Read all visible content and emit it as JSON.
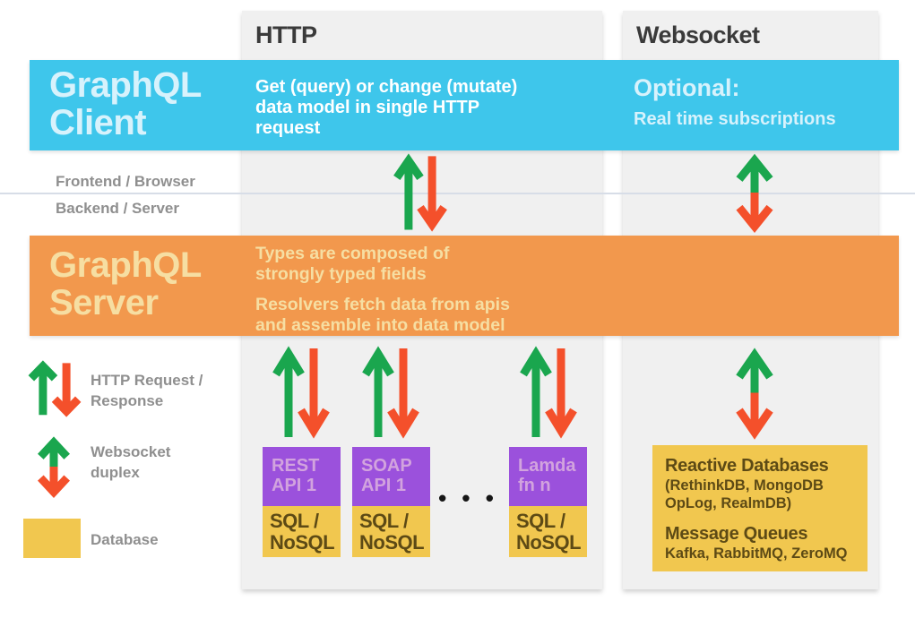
{
  "colors": {
    "blue": "#3EC6EB",
    "blue_text": "#D7F2FC",
    "orange": "#F2984D",
    "cream_text": "#F6DEA2",
    "green": "#1AA64E",
    "red": "#F4502B",
    "purple": "#9B51DC",
    "purple_text": "#D2A3DE",
    "yellow": "#F1C74F",
    "dark_yellow_text": "#5D4A15",
    "column_bg": "#F0F0F0",
    "header_text": "#3A3A3A",
    "gray_label": "#8F8F8F",
    "divider": "#D7DDE7",
    "white": "#FFFFFF",
    "dots": "#151515"
  },
  "columns": {
    "http": {
      "label": "HTTP"
    },
    "websocket": {
      "label": "Websocket"
    }
  },
  "client_band": {
    "title": "GraphQL\nClient",
    "http_note": "Get (query) or change (mutate)\ndata model in single HTTP\nrequest",
    "ws_note_title": "Optional:",
    "ws_note_body": "Real time subscriptions"
  },
  "layer_labels": {
    "frontend": "Frontend / Browser",
    "backend": "Backend / Server"
  },
  "server_band": {
    "title": "GraphQL\nServer",
    "note1": "Types are composed of\nstrongly typed fields",
    "note2": "Resolvers fetch data from apis\nand assemble into data model"
  },
  "legend": {
    "items": [
      {
        "icon": "http-request-response-arrows-icon",
        "label": "HTTP Request /\nResponse"
      },
      {
        "icon": "websocket-duplex-arrow-icon",
        "label": "Websocket\nduplex"
      },
      {
        "icon": "database-swatch",
        "label": "Database"
      }
    ]
  },
  "api_stacks": [
    {
      "api": "REST\nAPI 1",
      "db": "SQL /\nNoSQL"
    },
    {
      "api": "SOAP\nAPI 1",
      "db": "SQL /\nNoSQL"
    },
    {
      "api": "Lamda\nfn n",
      "db": "SQL /\nNoSQL"
    }
  ],
  "dots": "• • •",
  "reactive_box": {
    "title1": "Reactive Databases",
    "sub1": "(RethinkDB, MongoDB\nOpLog, RealmDB)",
    "title2": "Message Queues",
    "sub2": "Kafka, RabbitMQ, ZeroMQ"
  }
}
